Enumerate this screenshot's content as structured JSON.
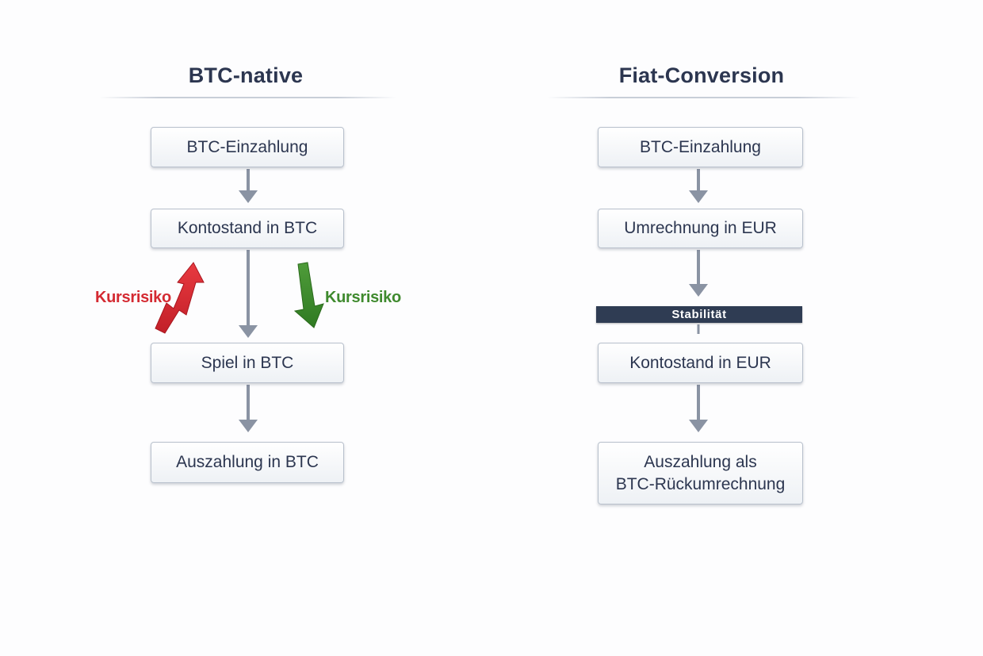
{
  "left": {
    "title": "BTC-native",
    "steps": [
      "BTC-Einzahlung",
      "Kontostand in BTC",
      "Spiel in BTC",
      "Auszahlung in BTC"
    ],
    "risk_up_label": "Kursrisiko",
    "risk_down_label": "Kursrisiko"
  },
  "right": {
    "title": "Fiat-Conversion",
    "steps": [
      "BTC-Einzahlung",
      "Umrechnung in EUR",
      "Kontostand in EUR",
      "Auszahlung als\nBTC-Rückumrechnung"
    ],
    "stability_label": "Stabilität"
  },
  "colors": {
    "arrow": "#8a93a3",
    "risk_up": "#d42a32",
    "risk_down": "#3f8a2e",
    "stability_bar": "#2f3c53"
  }
}
